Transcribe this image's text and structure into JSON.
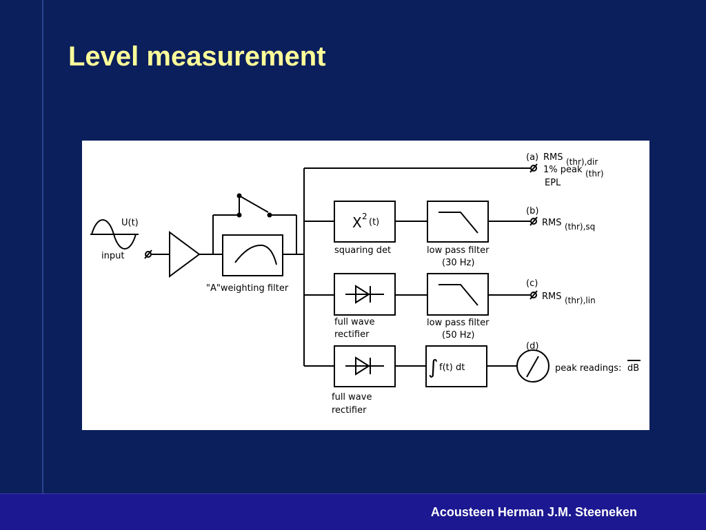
{
  "slide": {
    "title": "Level measurement",
    "footer": "Acousteen Herman J.M. Steeneken"
  },
  "diagram": {
    "input": {
      "signal_label": "U(t)",
      "label": "input"
    },
    "weighting_filter": "\"A\"weighting filter",
    "squaring": {
      "formula_base": "X",
      "formula_exp": "2",
      "formula_arg": "(t)",
      "label": "squaring det"
    },
    "lowpass_30": {
      "line1": "low pass filter",
      "line2": "(30 Hz)"
    },
    "lowpass_50": {
      "line1": "low pass filter",
      "line2": "(50 Hz)"
    },
    "rectifier_1": {
      "line1": "full wave",
      "line2": "rectifier"
    },
    "rectifier_2": {
      "line1": "full wave",
      "line2": "rectifier"
    },
    "integrator": "f(t) dt",
    "outputs": {
      "a": {
        "tag": "(a)",
        "line1": "RMS",
        "line1_sub": "(thr),dir",
        "line2": "1% peak",
        "line2_sub": "(thr)",
        "line3": "EPL"
      },
      "b": {
        "tag": "(b)",
        "line1": "RMS",
        "line1_sub": "(thr),sq"
      },
      "c": {
        "tag": "(c)",
        "line1": "RMS",
        "line1_sub": "(thr),lin"
      },
      "d": {
        "tag": "(d)",
        "label": "peak readings:",
        "unit": "dB"
      }
    }
  }
}
